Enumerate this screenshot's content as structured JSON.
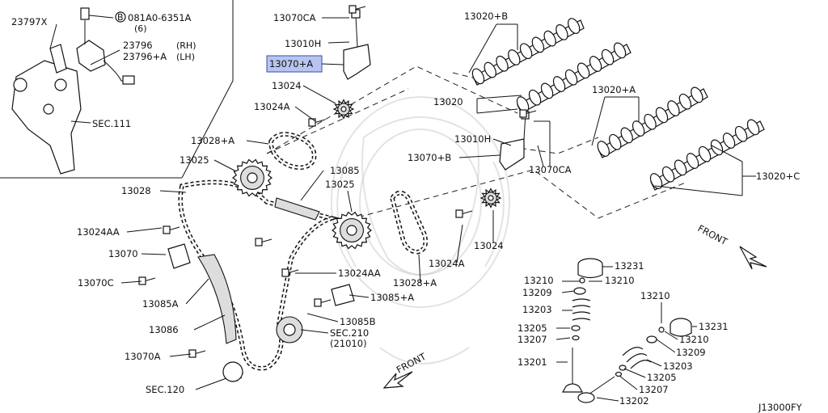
{
  "diagram": {
    "highlighted_part": "13070+A",
    "highlight_color": "#b8c4f0",
    "footer_code": "J13000FY",
    "inset": {
      "labels": {
        "p23797x": "23797X",
        "bolt_b": "081A0-6351A",
        "bolt_b_qty": "(6)",
        "p23796": "23796",
        "p23796_rh": "(RH)",
        "p23796a": "23796+A",
        "p23796a_lh": "(LH)",
        "sec111": "SEC.111"
      }
    },
    "labels": {
      "p13070ca_top": "13070CA",
      "p13010h_top": "13010H",
      "p13070a": "13070+A",
      "p13024": "13024",
      "p13024a_top": "13024A",
      "p13028a_top": "13028+A",
      "p13025_left": "13025",
      "p13028": "13028",
      "p13024aa_left": "13024AA",
      "p13070": "13070",
      "p13070c": "13070C",
      "p13085a": "13085A",
      "p13086": "13086",
      "p13070a_low": "13070A",
      "sec120": "SEC.120",
      "p13085": "13085",
      "p13025_mid": "13025",
      "p13024aa_mid": "13024AA",
      "p13085a_plus": "13085+A",
      "p13085b": "13085B",
      "sec210": "SEC.210",
      "sec210_sub": "(21010)",
      "p13028a_mid": "13028+A",
      "p13024a_mid": "13024A",
      "p13024_mid": "13024",
      "p13010h_mid": "13010H",
      "p13070b": "13070+B",
      "p13070ca_mid": "13070CA",
      "p13020": "13020",
      "p13020b": "13020+B",
      "p13020a": "13020+A",
      "p13020c": "13020+C",
      "front_upper": "FRONT",
      "front_lower": "FRONT"
    },
    "valve_labels": {
      "p13231": "13231",
      "p13210_a": "13210",
      "p13210_b": "13210",
      "p13209": "13209",
      "p13203": "13203",
      "p13205": "13205",
      "p13207": "13207",
      "p13201": "13201",
      "p13210_r1": "13210",
      "p13231_r": "13231",
      "p13210_r2": "13210",
      "p13209_r": "13209",
      "p13203_r": "13203",
      "p13205_r": "13205",
      "p13207_r": "13207",
      "p13202": "13202"
    }
  }
}
